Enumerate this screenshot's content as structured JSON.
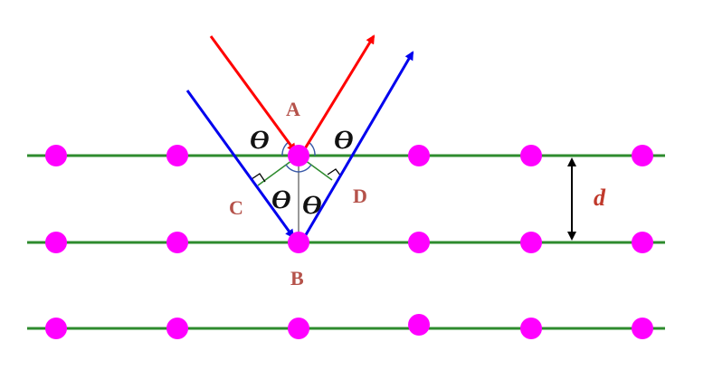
{
  "colors": {
    "plane": "#2e8b2e",
    "atom": "#ff00ff",
    "incident_top": "#ff0000",
    "incident_bottom": "#0000ee",
    "label": "#b5524a",
    "d_label": "#c0392b",
    "theta": "#111111",
    "arc": "#3a5aa8",
    "perpendicular": "#2e8b2e"
  },
  "labels": {
    "A": "A",
    "B": "B",
    "C": "C",
    "D": "D",
    "d": "d",
    "theta": "ϴ"
  },
  "icons": [
    "double-headed-arrow",
    "arrowhead"
  ]
}
